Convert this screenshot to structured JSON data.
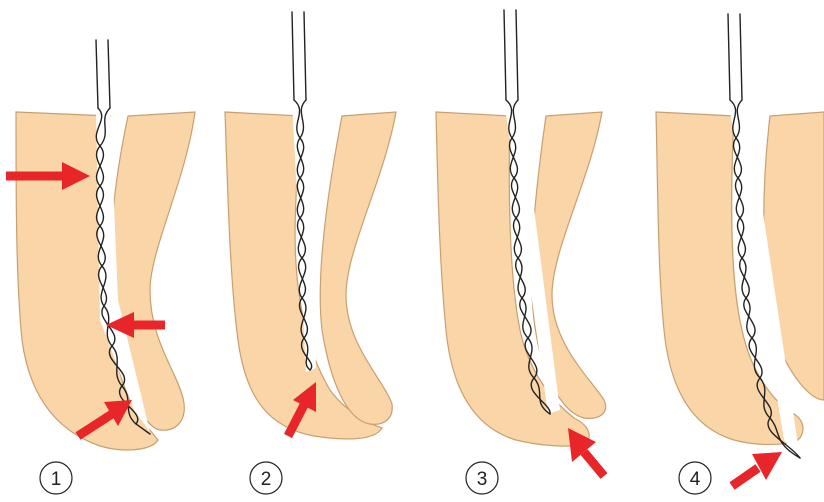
{
  "steps": [
    {
      "number": "1"
    },
    {
      "number": "2"
    },
    {
      "number": "3"
    },
    {
      "number": "4"
    }
  ],
  "colors": {
    "root": "#F9D5A7",
    "root_outline": "#C8A070",
    "arrow": "#E8262A",
    "instrument": "#222222"
  },
  "icons": [
    "root-canal-illustration",
    "endodontic-file-icon",
    "red-arrow-icon"
  ]
}
